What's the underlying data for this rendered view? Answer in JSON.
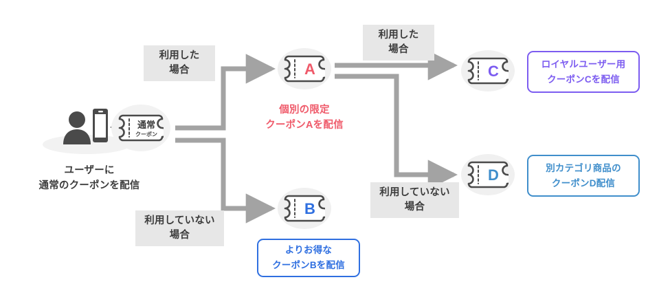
{
  "diagram": {
    "title": "coupon-distribution-flow",
    "colors": {
      "arrow": "#a3a3a3",
      "label_bg": "#e7e7e7",
      "label_text": "#3c3c3c",
      "icon_dark": "#4a4a4a",
      "coupon_a": "#ef5a6a",
      "coupon_b": "#2f6fe0",
      "coupon_c": "#7c5cf0",
      "coupon_d": "#3f8ecb",
      "halo": "#f0f0f0",
      "canvas": "#ffffff"
    },
    "start": {
      "coupon_ticket_main": "通常",
      "coupon_ticket_sub": "クーポン",
      "caption_line1": "ユーザーに",
      "caption_line2": "通常のクーポンを配信"
    },
    "conditions": {
      "used_line1": "利用した",
      "used_line2": "場合",
      "unused_line1": "利用していない",
      "unused_line2": "場合",
      "used2_line1": "利用した",
      "used2_line2": "場合",
      "unused2_line1": "利用していない",
      "unused2_line2": "場合"
    },
    "nodes": {
      "a": {
        "letter": "A",
        "caption_line1": "個別の限定",
        "caption_line2": "クーポンAを配信"
      },
      "b": {
        "letter": "B",
        "callout_line1": "よりお得な",
        "callout_line2": "クーポンBを配信"
      },
      "c": {
        "letter": "C",
        "callout_line1": "ロイヤルユーザー用",
        "callout_line2": "クーポンCを配信"
      },
      "d": {
        "letter": "D",
        "callout_line1": "別カテゴリ商品の",
        "callout_line2": "クーポンD配信"
      }
    }
  }
}
